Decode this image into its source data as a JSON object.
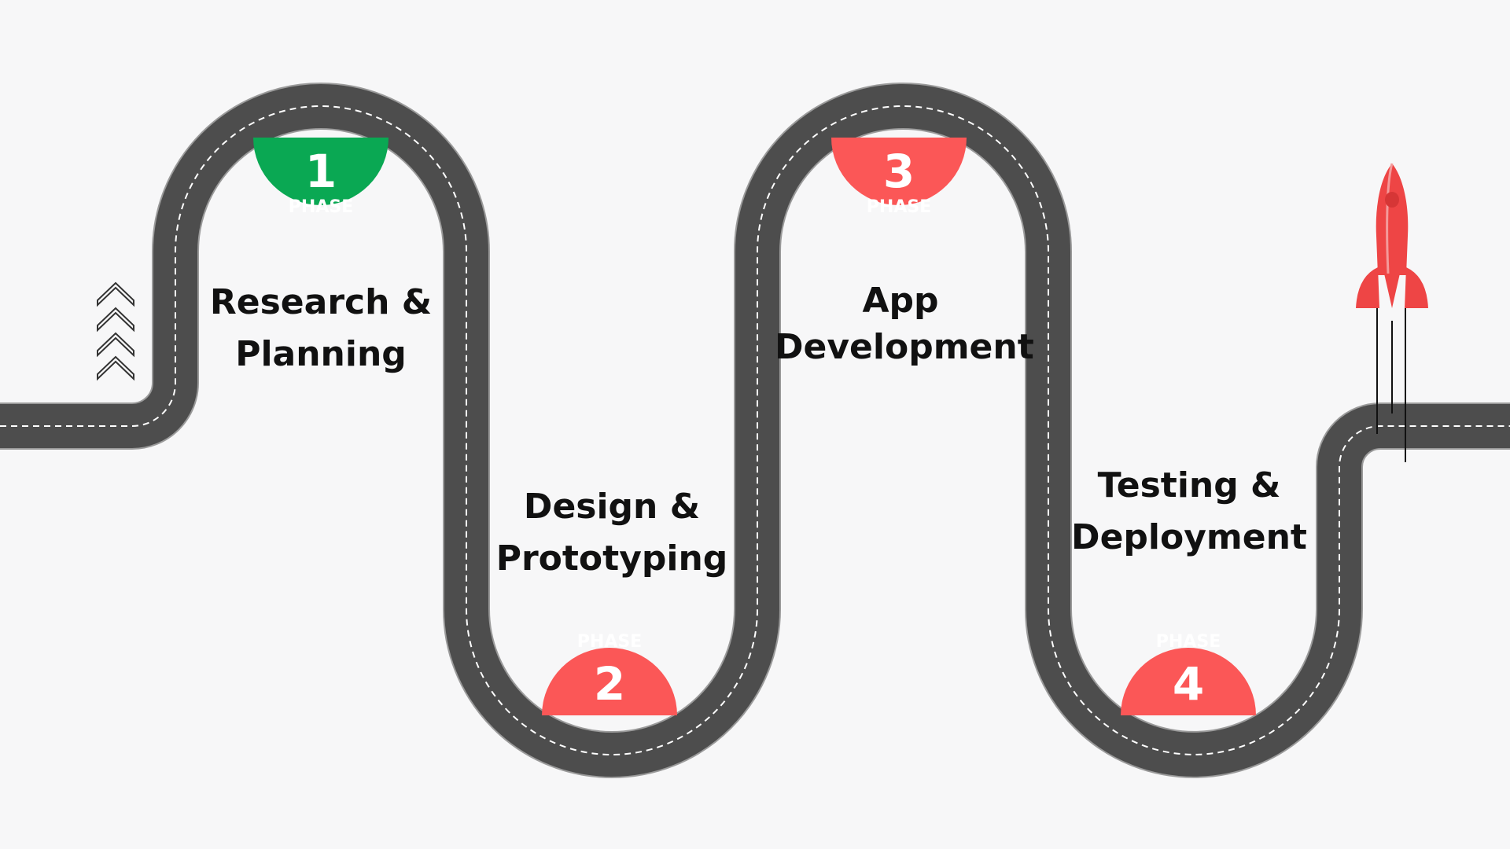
{
  "colors": {
    "background": "#f7f7f8",
    "road": "#4d4d4d",
    "road_edge": "#9a9a9a",
    "lane_dash": "#ffffff",
    "phase_done": "#0aa853",
    "phase_pending": "#fb5757",
    "rocket": "#ee4545",
    "text": "#111111"
  },
  "icons": {
    "start_marker": "chevrons-up-icon",
    "finish_marker": "rocket-icon"
  },
  "phases": [
    {
      "number": "1",
      "word": "PHASE",
      "status": "done",
      "title_lines": [
        "Research &",
        "Planning"
      ]
    },
    {
      "number": "2",
      "word": "PHASE",
      "status": "pending",
      "title_lines": [
        "Design &",
        "Prototyping"
      ]
    },
    {
      "number": "3",
      "word": "PHASE",
      "status": "pending",
      "title_lines": [
        "App",
        "Development"
      ]
    },
    {
      "number": "4",
      "word": "PHASE",
      "status": "pending",
      "title_lines": [
        "Testing &",
        "Deployment"
      ]
    }
  ]
}
